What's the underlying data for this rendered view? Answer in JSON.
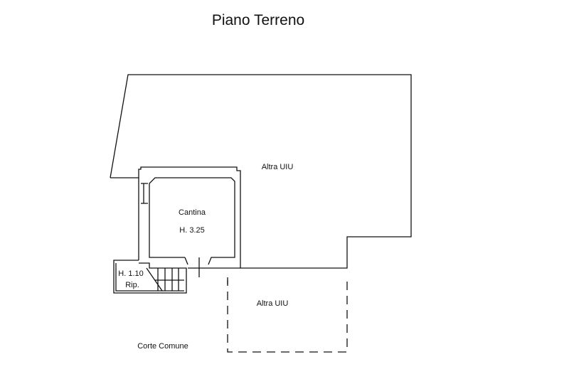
{
  "title": "Piano Terreno",
  "rooms": {
    "altra_uiu_upper": "Altra UIU",
    "cantina_name": "Cantina",
    "cantina_height": "H. 3.25",
    "rip_height": "H. 1.10",
    "rip_name": "Rip.",
    "altra_uiu_lower": "Altra UIU",
    "corte": "Corte Comune"
  }
}
